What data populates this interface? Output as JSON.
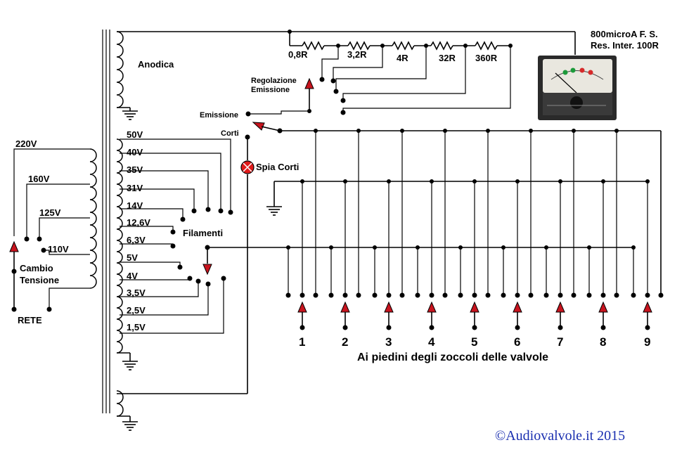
{
  "labels": {
    "anodica": "Anodica",
    "meter_fs": "800microA F. S.",
    "meter_res": "Res. Inter. 100R",
    "regolazione": "Regolazione",
    "emissione_sub": "Emissione",
    "emissione": "Emissione",
    "corti": "Corti",
    "spia_corti": "Spia Corti",
    "filamenti": "Filamenti",
    "cambio": "Cambio",
    "tensione": "Tensione",
    "rete": "RETE",
    "piedini": "Ai piedini degli zoccoli delle valvole",
    "copyright": "©Audiovalvole.it 2015"
  },
  "resistors": [
    "0,8R",
    "3,2R",
    "4R",
    "32R",
    "360R"
  ],
  "mains_taps": [
    "220V",
    "160V",
    "125V",
    "110V"
  ],
  "filament_taps": [
    "50V",
    "40V",
    "35V",
    "31V",
    "14V",
    "12,6V",
    "6,3V",
    "5V",
    "4V",
    "3,5V",
    "2,5V",
    "1,5V"
  ],
  "pins": [
    "1",
    "2",
    "3",
    "4",
    "5",
    "6",
    "7",
    "8",
    "9"
  ],
  "colors": {
    "wire": "#000000",
    "arrow_fill": "#c8141e",
    "lamp_fill": "#e01b1b",
    "copyright": "#1a2fb0",
    "meter_body": "#2a2a2a",
    "meter_face": "#e9e7df"
  }
}
